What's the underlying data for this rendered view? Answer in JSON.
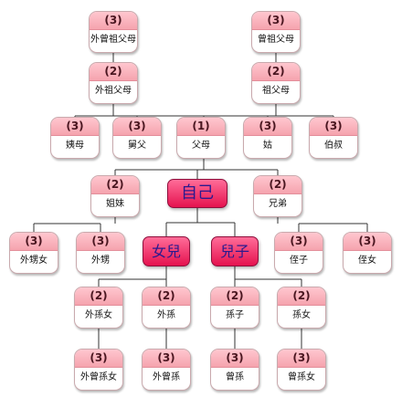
{
  "diagram": {
    "nodes": {
      "wai_zeng_zu": {
        "num": "(3)",
        "label": "外曾祖父母"
      },
      "zeng_zu": {
        "num": "(3)",
        "label": "曾祖父母"
      },
      "wai_zu": {
        "num": "(2)",
        "label": "外祖父母"
      },
      "zu": {
        "num": "(2)",
        "label": "祖父母"
      },
      "yi_mu": {
        "num": "(3)",
        "label": "姨母"
      },
      "jiu_fu": {
        "num": "(3)",
        "label": "舅父"
      },
      "fu_mu": {
        "num": "(1)",
        "label": "父母"
      },
      "gu": {
        "num": "(3)",
        "label": "姑"
      },
      "bo_shu": {
        "num": "(3)",
        "label": "伯叔"
      },
      "jie_mei": {
        "num": "(2)",
        "label": "姐妹"
      },
      "xiong_di": {
        "num": "(2)",
        "label": "兄弟"
      },
      "wai_sheng_nv": {
        "num": "(3)",
        "label": "外甥女"
      },
      "wai_sheng": {
        "num": "(3)",
        "label": "外甥"
      },
      "zhi_zi": {
        "num": "(3)",
        "label": "侄子"
      },
      "zhi_nv": {
        "num": "(3)",
        "label": "侄女"
      },
      "wai_sun_nv": {
        "num": "(2)",
        "label": "外孫女"
      },
      "wai_sun": {
        "num": "(2)",
        "label": "外孫"
      },
      "sun_zi": {
        "num": "(2)",
        "label": "孫子"
      },
      "sun_nv": {
        "num": "(2)",
        "label": "孫女"
      },
      "wai_zeng_sun_nv": {
        "num": "(3)",
        "label": "外曾孫女"
      },
      "wai_zeng_sun": {
        "num": "(3)",
        "label": "外曾孫"
      },
      "zeng_sun": {
        "num": "(3)",
        "label": "曾孫"
      },
      "zeng_sun_nv": {
        "num": "(3)",
        "label": "曾孫女"
      }
    },
    "self": "自己",
    "daughter": "女兒",
    "son": "兒子"
  }
}
